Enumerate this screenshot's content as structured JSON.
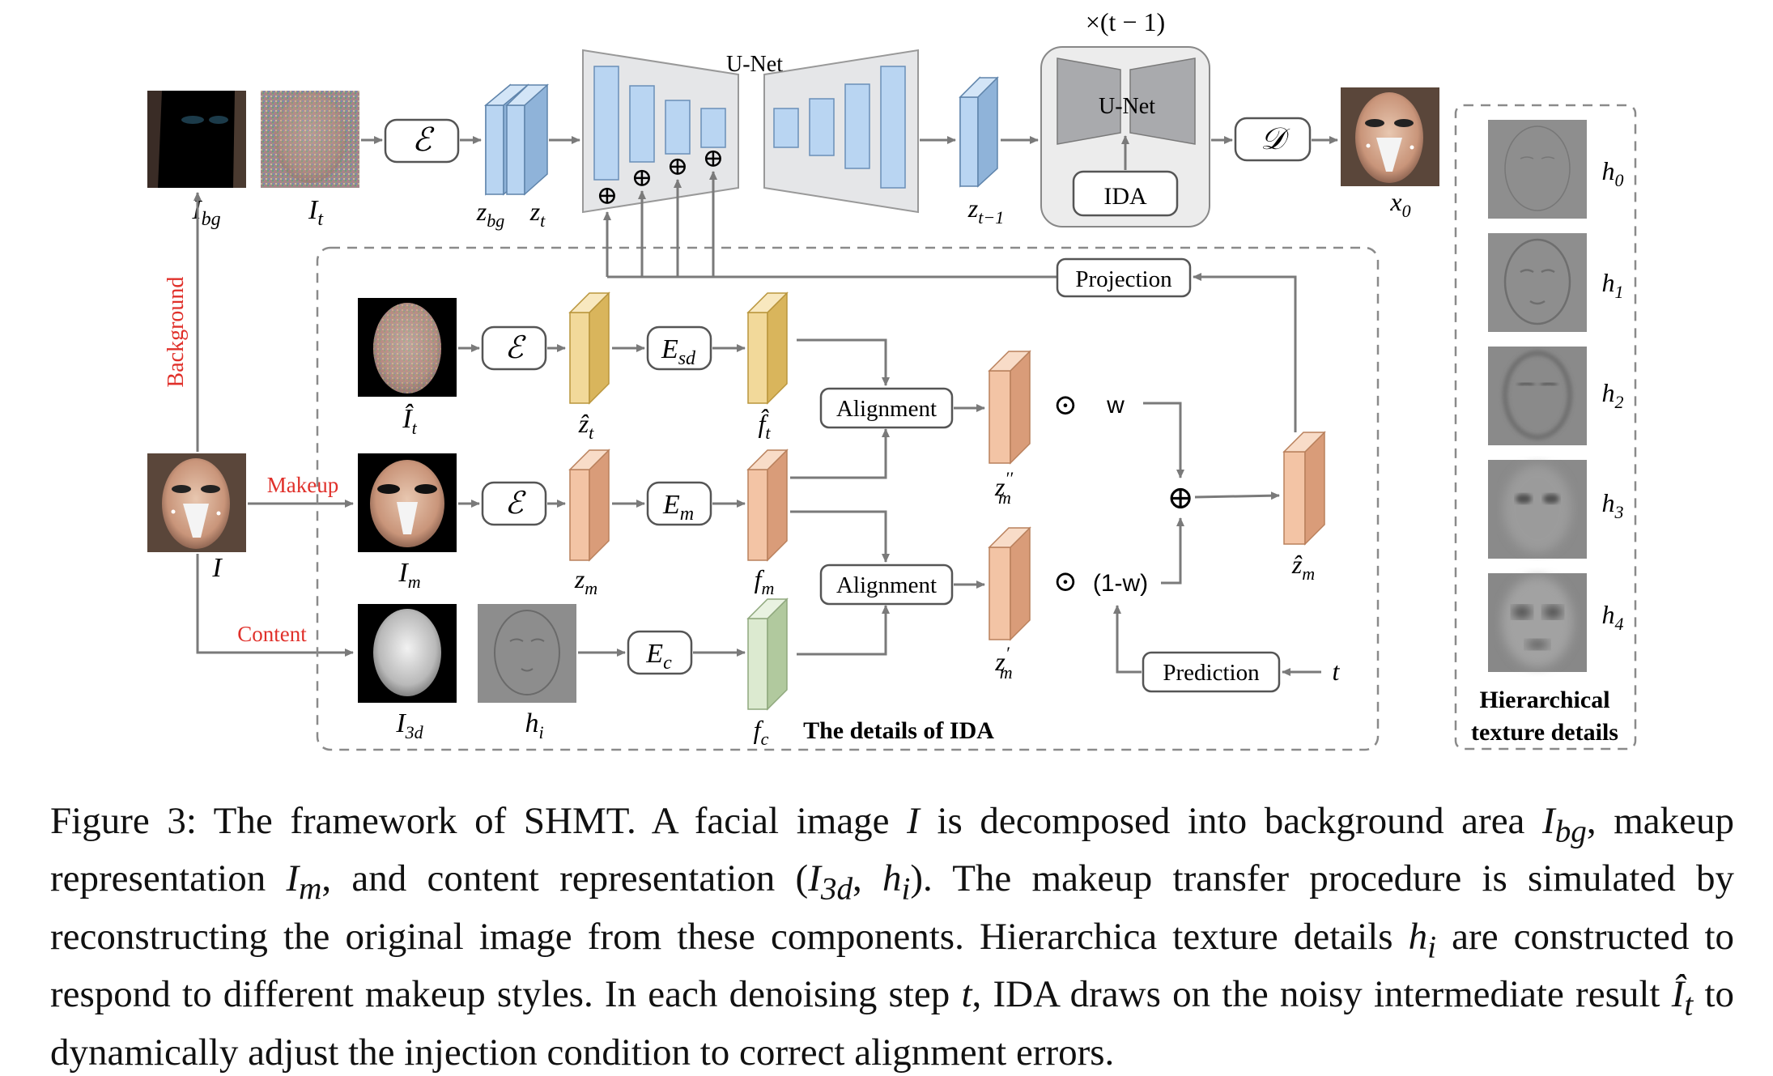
{
  "figure": {
    "repeat_label": "×(t − 1)",
    "unet_label": "U-Net",
    "unet_small_label": "U-Net",
    "ida_box_label": "IDA",
    "projection_label": "Projection",
    "prediction_label": "Prediction",
    "alignment_top_label": "Alignment",
    "alignment_bottom_label": "Alignment",
    "encoder_symbol": "ℰ",
    "decoder_symbol": "𝒟",
    "esd_label": "E",
    "esd_sub": "sd",
    "em_label": "E",
    "em_sub": "m",
    "ec_label": "E",
    "ec_sub": "c",
    "w_label": "w",
    "one_minus_w_label": "(1-w)",
    "odot": "⊙",
    "oplus": "⊕",
    "t_label": "t",
    "details_title": "The details of IDA",
    "hier_title_line1": "Hierarchical",
    "hier_title_line2": "texture details",
    "branch_background": "Background",
    "branch_makeup": "Makeup",
    "branch_content": "Content",
    "label_I_bg": "I",
    "label_I_bg_sub": "bg",
    "label_I_t": "I",
    "label_I_t_sub": "t",
    "label_z_bg": "z",
    "label_z_bg_sub": "bg",
    "label_z_t": "z",
    "label_z_t_sub": "t",
    "label_z_t1": "z",
    "label_z_t1_sub": "t−1",
    "label_x0": "x",
    "label_x0_sub": "0",
    "label_I_hat_t": "Î",
    "label_I_hat_t_sub": "t",
    "label_z_hat_t": "ẑ",
    "label_z_hat_t_sub": "t",
    "label_f_hat_t": "f̂",
    "label_f_hat_t_sub": "t",
    "label_I": "I",
    "label_I_m": "I",
    "label_I_m_sub": "m",
    "label_z_m": "z",
    "label_z_m_sub": "m",
    "label_f_m": "f",
    "label_f_m_sub": "m",
    "label_I_3d": "I",
    "label_I_3d_sub": "3d",
    "label_h_i": "h",
    "label_h_i_sub": "i",
    "label_f_c": "f",
    "label_f_c_sub": "c",
    "label_z_m_pp": "z",
    "label_z_m_pp_sup": "′′",
    "label_z_m_pp_sub": "m",
    "label_z_m_p": "z",
    "label_z_m_p_sup": "′",
    "label_z_m_p_sub": "m",
    "label_z_hat_m": "ẑ",
    "label_z_hat_m_sub": "m",
    "hier_labels": [
      {
        "base": "h",
        "sub": "0"
      },
      {
        "base": "h",
        "sub": "1"
      },
      {
        "base": "h",
        "sub": "2"
      },
      {
        "base": "h",
        "sub": "3"
      },
      {
        "base": "h",
        "sub": "4"
      }
    ],
    "colors": {
      "arrow": "#7a7a7a",
      "red": "#e0302a",
      "blue_fill": "#b9d5f2",
      "blue_side": "#8fb3d9",
      "yellow_fill": "#f2d99a",
      "yellow_side": "#d9b55c",
      "peach_fill": "#f3c4a5",
      "peach_side": "#d99c79",
      "green_fill": "#dcead0",
      "green_side": "#b1c99e",
      "unet_fill": "#e5e6e8",
      "unet_dark": "#a9aaad",
      "dash": "#8a8a8a"
    }
  },
  "caption": {
    "prefix": "Figure 3: The framework of SHMT. A facial image ",
    "s1": " is decomposed into background area ",
    "s2": ", makeup representation ",
    "s3": ", and content representation (",
    "s4": ", ",
    "s5": "). The makeup transfer procedure is simulated by reconstructing the original image from these components. Hierarchica texture details ",
    "s6": " are constructed to respond to different makeup styles. In each denoising step ",
    "s7": ", IDA draws on the noisy intermediate result ",
    "s8": " to dynamically adjust the injection condition to correct alignment errors.",
    "var_I": "I",
    "var_Ibg": "I",
    "var_Ibg_sub": "bg",
    "var_Im": "I",
    "var_Im_sub": "m",
    "var_I3d": "I",
    "var_I3d_sub": "3d",
    "var_hi": "h",
    "var_hi_sub": "i",
    "var_hi2": "h",
    "var_hi2_sub": "i",
    "var_t": "t",
    "var_It": "Î",
    "var_It_sub": "t"
  }
}
